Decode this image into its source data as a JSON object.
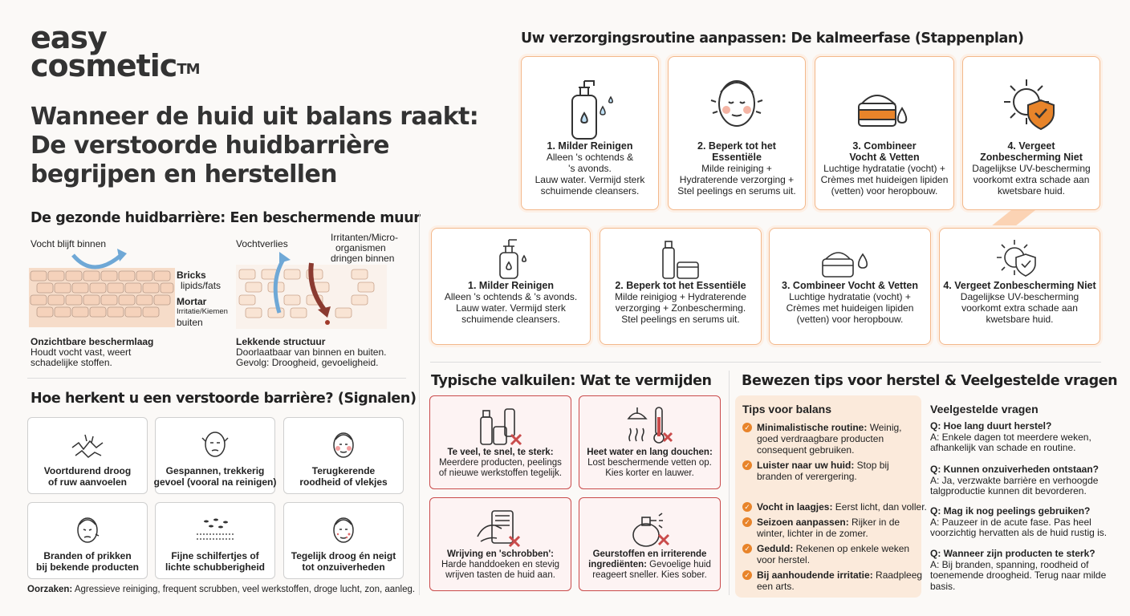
{
  "brand": {
    "line1": "easy",
    "line2": "cosmetic",
    "tm": "TM"
  },
  "title": {
    "l1": "Wanneer de huid uit balans raakt:",
    "l2": "De verstoorde huidbarrière",
    "l3": "begrijpen en herstellen"
  },
  "healthy": {
    "heading": "De gezonde huidbarrière: Een beschermende muur",
    "moisture_in": "Vocht blijft binnen",
    "bricks_t": "Bricks",
    "bricks_s": "lipids/fats",
    "mortar_t": "Mortar",
    "mortar_s1": "Irritatie/Kiemen",
    "mortar_s2": "buiten",
    "cap_t": "Onzichtbare beschermlaag",
    "cap_d1": "Houdt vocht vast, weert",
    "cap_d2": "schadelijke stoffen.",
    "loss": "Vochtverlies",
    "irr1": "Irritanten/Micro-",
    "irr2": "organismen",
    "irr3": "dringen binnen",
    "leak_t": "Lekkende structuur",
    "leak_d1": "Doorlaatbaar van binnen en buiten.",
    "leak_d2": "Gevolg: Droogheid, gevoeligheid."
  },
  "signals": {
    "heading": "Hoe herkent u een verstoorde barrière? (Signalen)",
    "items": [
      {
        "l1": "Voortdurend droog",
        "l2": "of ruw aanvoelen",
        "icon": "cracked-skin-icon"
      },
      {
        "l1": "Gespannen, trekkerig",
        "l2": "gevoel (vooral na reinigen)",
        "icon": "tight-face-icon"
      },
      {
        "l1": "Terugkerende",
        "l2": "roodheid of vlekjes",
        "icon": "redness-face-icon"
      },
      {
        "l1": "Branden of prikken",
        "l2": "bij bekende producten",
        "icon": "stinging-face-icon"
      },
      {
        "l1": "Fijne schilfertjes of",
        "l2": "lichte schubberigheid",
        "icon": "flakes-icon"
      },
      {
        "l1": "Tegelijk droog én neigt",
        "l2": "tot onzuiverheden",
        "icon": "blemish-face-icon"
      }
    ],
    "causes_label": "Oorzaken:",
    "causes": "Agressieve reiniging, frequent scrubben, veel werkstoffen, droge lucht, zon, aanleg."
  },
  "routine": {
    "heading": "Uw verzorgingsroutine aanpassen: De kalmeerfase (Stappenplan)",
    "row1": [
      {
        "t1": "1. Milder Reinigen",
        "t2": "",
        "d": [
          "Alleen 's ochtends &",
          "'s avonds.",
          "Lauw water. Vermijd sterk",
          "schuimende cleansers."
        ]
      },
      {
        "t1": "2. Beperk tot het",
        "t2": "Essentiële",
        "d": [
          "Milde reiniging +",
          "Hydraterende verzorging +",
          "Stel peelings en serums uit."
        ]
      },
      {
        "t1": "3. Combineer",
        "t2": "Vocht & Vetten",
        "d": [
          "Luchtige hydratatie (vocht) +",
          "Crèmes met huideigen lipiden",
          "(vetten) voor heropbouw."
        ]
      },
      {
        "t1": "4. Vergeet",
        "t2": "Zonbescherming Niet",
        "d": [
          "Dagelijkse UV-bescherming",
          "voorkomt extra schade aan",
          "kwetsbare huid."
        ]
      }
    ],
    "row2": [
      {
        "t1": "1. Milder Reinigen",
        "d": [
          "Alleen 's ochtends & 's avonds.",
          "Lauw water. Vermijd sterk",
          "schuimende cleansers."
        ]
      },
      {
        "t1": "2. Beperk tot het Essentiële",
        "d": [
          "Milde reinigiog + Hydraterende",
          "verzorging + Zonbescherming.",
          "Stel peelings en serums uit."
        ]
      },
      {
        "t1": "3. Combineer Vocht & Vetten",
        "d": [
          "Luchtige hydratatie (vocht) +",
          "Crèmes met huideigen lipiden",
          "(vetten) voor heropbouw."
        ]
      },
      {
        "t1": "4. Vergeet Zonbescherming Niet",
        "d": [
          "Dagelijkse UV-bescherming",
          "voorkomt extra schade aan",
          "kwetsbare huid."
        ]
      }
    ]
  },
  "pitfalls": {
    "heading": "Typische valkuilen: Wat te vermijden",
    "items": [
      {
        "t": "Te veel, te snel, te sterk:",
        "d": [
          "Meerdere producten, peelings",
          "of nieuwe werkstoffen tegelijk."
        ]
      },
      {
        "t": "Heet water en lang douchen:",
        "d": [
          "Lost beschermende vetten op.",
          "Kies korter en lauwer."
        ]
      },
      {
        "t": "Wrijving en 'schrobben':",
        "d": [
          "Harde handdoeken en stevig",
          "wrijven tasten de huid aan."
        ]
      },
      {
        "t": "Geurstoffen en irriterende",
        "t2": "ingrediënten:",
        "d2": " Gevoelige huid",
        "d": [
          "reageert sneller. Kies sober."
        ]
      }
    ]
  },
  "tips": {
    "heading": "Bewezen tips voor herstel & Veelgestelde vragen",
    "box_title": "Tips voor balans",
    "items": [
      {
        "b": "Minimalistische routine:",
        "r": " Weinig,",
        "more": [
          "goed verdraagbare producten",
          "consequent gebruiken."
        ]
      },
      {
        "b": "Luister naar uw huid:",
        "r": " Stop bij",
        "more": [
          "branden of verergering."
        ]
      },
      {
        "b": "Vocht in laagjes:",
        "r": " Eerst licht, dan voller.",
        "more": []
      },
      {
        "b": "Seizoen aanpassen:",
        "r": " Rijker in de",
        "more": [
          "winter, lichter in de zomer."
        ]
      },
      {
        "b": "Geduld:",
        "r": " Rekenen op enkele weken",
        "more": [
          "voor herstel."
        ]
      },
      {
        "b": "Bij aanhoudende irritatie:",
        "r": " Raadpleeg",
        "more": [
          "een arts."
        ]
      }
    ]
  },
  "faq": {
    "title": "Veelgestelde vragen",
    "items": [
      {
        "q": "Q: Hoe lang duurt herstel?",
        "a": [
          "A: Enkele dagen tot meerdere weken,",
          "afhankelijk van schade en routine."
        ]
      },
      {
        "q": "Q: Kunnen onzuiverheden ontstaan?",
        "a": [
          "A: Ja, verzwakte barrière en verhoogde",
          "talgproductie kunnen dit bevorderen."
        ]
      },
      {
        "q": "Q: Mag ik nog peelings gebruiken?",
        "a": [
          "A: Pauzeer in de acute fase. Pas heel",
          "voorzichtig hervatten als de huid rustig is."
        ]
      },
      {
        "q": "Q: Wanneer zijn producten te sterk?",
        "a": [
          "A: Bij branden, spanning, roodheid of",
          "toenemende droogheid. Terug naar milde",
          "basis."
        ]
      }
    ]
  },
  "colors": {
    "accent": "#e8842a",
    "danger": "#c94b4b",
    "tipbg": "#fbeadb"
  }
}
